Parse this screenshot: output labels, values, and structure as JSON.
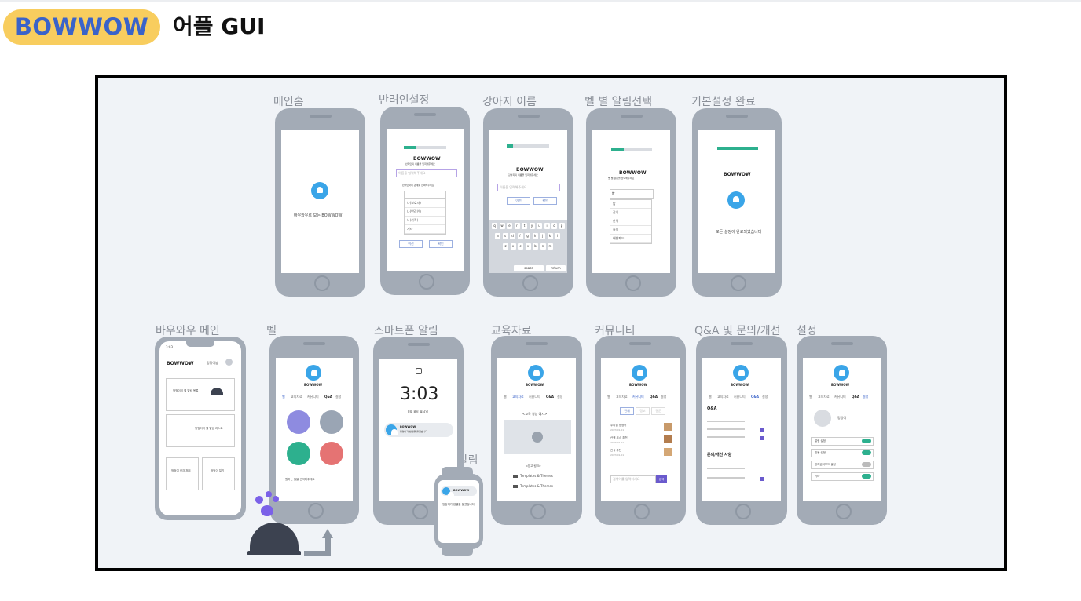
{
  "header": {
    "brand": "BOWWOW",
    "title": "어플 GUI",
    "brand_color": "#3a63c9",
    "badge_color": "#f8cd5e"
  },
  "screens": {
    "main_home": {
      "label": "메인홈",
      "tagline": "바우와우로 보는 BOWWOW"
    },
    "guardian_setup": {
      "label": "반려인설정",
      "brand": "BOWWOW",
      "subtitle": "반려인의 이름을 입력해주세요",
      "placeholder": "이름을 입력해주세요",
      "prompt": "반려인과의 관계를 선택해주세요",
      "options": [
        "나(보호자)",
        "나(반려인)",
        "나(가족)",
        "기타"
      ],
      "btn_prev": "이전",
      "btn_next": "확인"
    },
    "dog_name": {
      "label": "강아지 이름",
      "brand": "BOWWOW",
      "subtitle": "강아지의 이름을 입력해주세요",
      "placeholder": "이름을 입력해주세요",
      "btn_prev": "이전",
      "btn_next": "확인",
      "keyboard_rows": [
        [
          "q",
          "w",
          "e",
          "r",
          "t",
          "y",
          "u",
          "i",
          "o",
          "p"
        ],
        [
          "a",
          "s",
          "d",
          "f",
          "g",
          "h",
          "j",
          "k",
          "l"
        ],
        [
          "z",
          "x",
          "c",
          "v",
          "b",
          "n",
          "m"
        ]
      ],
      "space_key": "space",
      "return_key": "return"
    },
    "bell_select": {
      "label": "벨 별 알림선택",
      "brand": "BOWWOW",
      "subtitle": "벨 별 알림을 선택해주세요",
      "selected": "밥",
      "options": [
        "밥",
        "간식",
        "산책",
        "놀이",
        "배변패드"
      ]
    },
    "setup_done": {
      "label": "기본설정 완료",
      "brand": "BOWWOW",
      "message": "모든 설정이 완료되었습니다"
    },
    "bowwow_main": {
      "label": "바우와우 메인",
      "time": "3:03",
      "brand": "BOWWOW",
      "user": "멍멍이님",
      "cards": [
        "멍멍이의 벨 알림 목록",
        "멍멍이의 벨 알림 리스트",
        "멍멍이 건강 체크",
        "멍멍이 일기"
      ]
    },
    "bell": {
      "label": "벨",
      "brand": "BOWWOW",
      "tabs": [
        "벨",
        "교육자료",
        "커뮤니티",
        "Q&A",
        "설정"
      ],
      "hint": "원하는 벨을 선택해주세요",
      "bell_colors": [
        "#8e8be0",
        "#9aa5b4",
        "#2db08e",
        "#e57373"
      ]
    },
    "phone_alert": {
      "label": "스마트폰 알림",
      "time": "3:03",
      "date": "8월 8일 월요일",
      "notif_title": "BOWWOW",
      "notif_body": "멍멍이가 밥벨을 울렸습니다"
    },
    "watch_alert": {
      "label": "워치알림",
      "notif_title": "BOWWOW",
      "notif_body": "멍멍이가 밥벨을 울렸습니다."
    },
    "education": {
      "label": "교육자료",
      "brand": "BOWWOW",
      "tabs": [
        "벨",
        "교육자료",
        "커뮤니티",
        "Q&A",
        "설정"
      ],
      "video_title": "<교육 영상 예시>",
      "ref_title": "<참고 링크>",
      "links": [
        "Templates & Themes",
        "Templates & Themes"
      ]
    },
    "community": {
      "label": "커뮤니티",
      "brand": "BOWWOW",
      "tabs": [
        "벨",
        "교육자료",
        "커뮤니티",
        "Q&A",
        "설정"
      ],
      "filters": [
        "전체",
        "정보",
        "질문"
      ],
      "posts": [
        {
          "title": "우리집 멍멍이",
          "meta": "2023.01.01"
        },
        {
          "title": "산책 코스 추천",
          "meta": "2023.01.01"
        },
        {
          "title": "간식 추천",
          "meta": "2023.01.01"
        }
      ],
      "search_placeholder": "검색어를 입력하세요",
      "search_btn": "검색"
    },
    "qna": {
      "label": "Q&A 및 문의/개선",
      "brand": "BOWWOW",
      "tabs": [
        "벨",
        "교육자료",
        "커뮤니티",
        "Q&A",
        "설정"
      ],
      "qna_title": "Q&A",
      "inquiry_title": "문의/개선 사항"
    },
    "settings": {
      "label": "설정",
      "brand": "BOWWOW",
      "tabs": [
        "벨",
        "교육자료",
        "커뮤니티",
        "Q&A",
        "설정"
      ],
      "user": "멍멍이",
      "items": [
        {
          "label": "알림 설정",
          "on": true
        },
        {
          "label": "진동 설정",
          "on": true
        },
        {
          "label": "방해금지모드 설정",
          "on": false
        },
        {
          "label": "기타",
          "on": true
        }
      ]
    }
  },
  "colors": {
    "accent": "#3aa5e8",
    "green": "#2db08e",
    "purple": "#8e8be0"
  }
}
